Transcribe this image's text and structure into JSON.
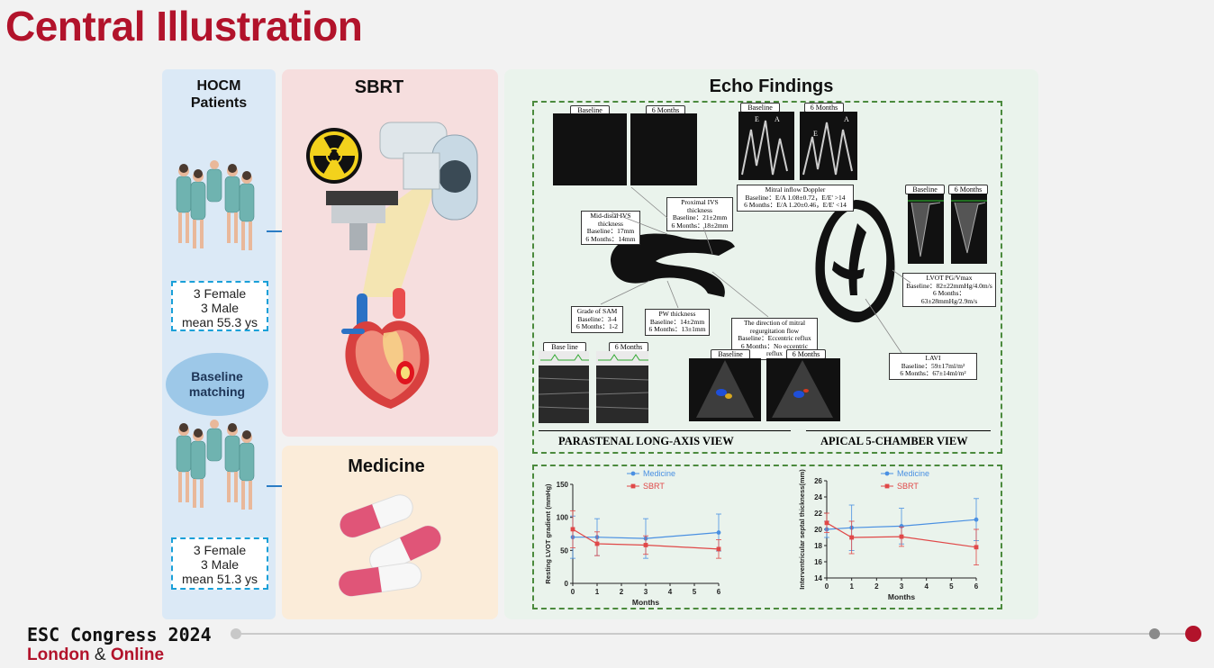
{
  "page": {
    "title": "Central Illustration",
    "footer_line1": "ESC Congress 2024",
    "footer_city": "London",
    "footer_amp": "&",
    "footer_online": "Online"
  },
  "colors": {
    "brand": "#b2132b",
    "hocm_panel": "#dbe9f6",
    "sbrt_panel": "#f6dede",
    "medicine_panel": "#fbecd9",
    "echo_panel": "#eaf3ec",
    "medicine_series": "#4a90e2",
    "sbrt_series": "#e04848"
  },
  "hocm": {
    "title": "HOCM Patients",
    "sbrt_group": {
      "line1": "3 Female",
      "line2": "3 Male",
      "line3": "mean 55.3 ys"
    },
    "medicine_group": {
      "line1": "3 Female",
      "line2": "3 Male",
      "line3": "mean 51.3 ys"
    },
    "matching": "Baseline matching"
  },
  "sbrt": {
    "title": "SBRT",
    "icons": [
      "radiation-icon",
      "linac-icon",
      "heart-icon"
    ]
  },
  "medicine": {
    "title": "Medicine",
    "icons": [
      "pill-icon"
    ]
  },
  "echo": {
    "title": "Echo Findings",
    "labels": {
      "baseline": "Baseline",
      "six_months": "6 Months",
      "base_line": "Base line",
      "e": "E",
      "a": "A"
    },
    "annotations": {
      "mid_distal": {
        "l1": "Mid-distal IVS",
        "l2": "thickness",
        "l3": "Baseline：17mm",
        "l4": "6 Months：14mm"
      },
      "proximal": {
        "l1": "Proximal IVS thickness",
        "l2": "Baseline：21±2mm",
        "l3": "6 Months：18±2mm"
      },
      "mitral": {
        "l1": "Mitral inflow Doppler",
        "l2": "Baseline：E/A 1.08±0.72，E/E' >14",
        "l3": "6 Months：E/A 1.20±0.46，E/E' <14"
      },
      "sam": {
        "l1": "Grade of SAM",
        "l2": "Baseline：3-4",
        "l3": "6 Months：1-2"
      },
      "pw": {
        "l1": "PW thickness",
        "l2": "Baseline：14±2mm",
        "l3": "6 Months：13±1mm"
      },
      "mr": {
        "l1": "The direction of mitral",
        "l2": "regurgitation flow",
        "l3": "Baseline：Eccentric reflux",
        "l4": "6 Months：No eccentric reflux"
      },
      "lvot": {
        "l1": "LVOT PG/Vmax",
        "l2": "Baseline：82±22mmHg/4.0m/s",
        "l3": "6 Months：63±28mmHg/2.9m/s"
      },
      "lavi": {
        "l1": "LAVI",
        "l2": "Baseline：59±17ml/m²",
        "l3": "6 Months：67±14ml/m²"
      }
    },
    "views": {
      "plax": "PARASTENAL LONG-AXIS VIEW",
      "a5c": "APICAL 5-CHAMBER VIEW"
    }
  },
  "chart_data": [
    {
      "type": "line",
      "x": [
        0,
        1,
        3,
        6
      ],
      "xticks": [
        "0",
        "1",
        "2",
        "3",
        "4",
        "5",
        "6"
      ],
      "yticks": [
        "0",
        "50",
        "100",
        "150"
      ],
      "xlabel": "Months",
      "ylabel": "Resting LVOT gradient (mmHg)",
      "ylim": [
        0,
        150
      ],
      "xlim": [
        0,
        6
      ],
      "legend_position": "top",
      "series": [
        {
          "name": "Medicine",
          "values": [
            70,
            70,
            68,
            77
          ],
          "err": [
            32,
            28,
            30,
            28
          ]
        },
        {
          "name": "SBRT",
          "values": [
            82,
            60,
            58,
            52
          ],
          "err": [
            28,
            18,
            14,
            14
          ]
        }
      ]
    },
    {
      "type": "line",
      "x": [
        0,
        1,
        3,
        6
      ],
      "xticks": [
        "0",
        "1",
        "2",
        "3",
        "4",
        "5",
        "6"
      ],
      "yticks": [
        "14",
        "16",
        "18",
        "20",
        "22",
        "24",
        "26"
      ],
      "xlabel": "Months",
      "ylabel": "Interventricular septal thickness(mm)",
      "ylim": [
        14,
        26
      ],
      "xlim": [
        0,
        6
      ],
      "legend_position": "top",
      "series": [
        {
          "name": "Medicine",
          "values": [
            20.0,
            20.2,
            20.4,
            21.2
          ],
          "err": [
            1.0,
            2.8,
            2.2,
            2.6
          ]
        },
        {
          "name": "SBRT",
          "values": [
            20.8,
            19.0,
            19.1,
            17.8
          ],
          "err": [
            1.2,
            2.0,
            1.2,
            2.2
          ]
        }
      ]
    }
  ]
}
